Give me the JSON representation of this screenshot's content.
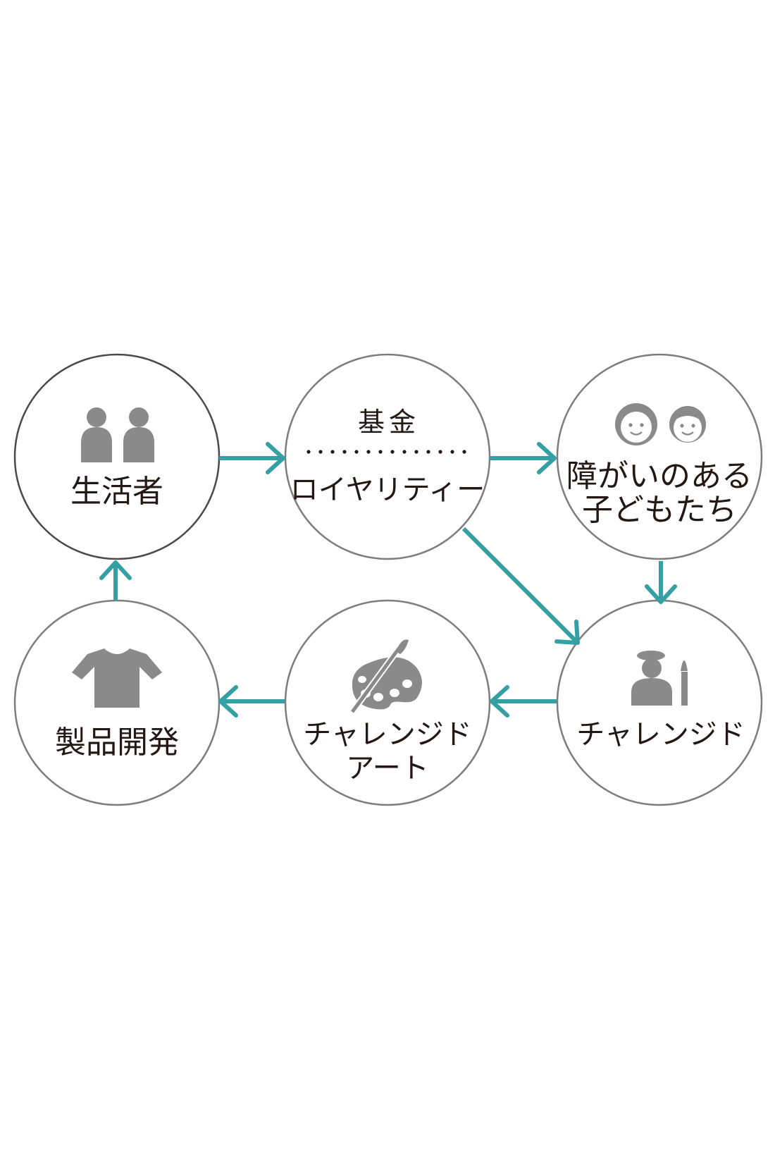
{
  "nodes": {
    "consumers": {
      "label": "生活者",
      "icon": "people-icon"
    },
    "fund": {
      "label_top": "基金",
      "label_bottom": "ロイヤリティー"
    },
    "children": {
      "label_line1": "障がいのある",
      "label_line2": "子どもたち",
      "icon": "children-faces-icon"
    },
    "challenged": {
      "label": "チャレンジド",
      "icon": "artist-icon"
    },
    "challenged_art": {
      "label_line1": "チャレンジド",
      "label_line2": "アート",
      "icon": "palette-icon"
    },
    "product_dev": {
      "label": "製品開発",
      "icon": "shirt-icon"
    }
  },
  "colors": {
    "arrow": "#35a0a3",
    "circle_stroke": "#7d7d7d",
    "icon": "#8a8a8a",
    "text": "#231815"
  }
}
